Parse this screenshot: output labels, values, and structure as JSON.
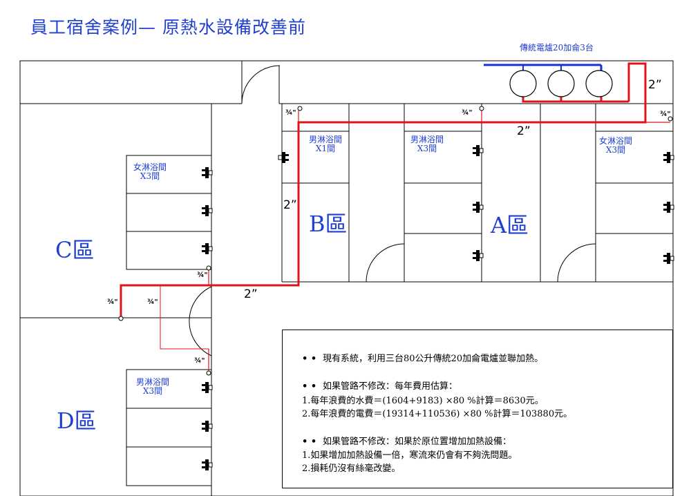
{
  "title": "員工宿舍案例— 原熱水設備改善前",
  "heater_label": "傳統電爐20加侖3台",
  "zones": {
    "a": "A區",
    "b": "B區",
    "c": "C區",
    "d": "D區"
  },
  "rooms": {
    "c_top": {
      "line1": "女淋浴間",
      "line2": "X3間"
    },
    "d": {
      "line1": "男淋浴間",
      "line2": "X3間"
    },
    "b": {
      "line1": "男淋浴間",
      "line2": "X1間"
    },
    "a_left": {
      "line1": "男淋浴間",
      "line2": "X3間"
    },
    "a_right": {
      "line1": "女淋浴間",
      "line2": "X3間"
    }
  },
  "pipe_sizes": {
    "two_inch": "2”",
    "three_quarter": "¾\""
  },
  "notes": {
    "bullet": "• •",
    "line1": "現有系統，利用三台80公升傳統20加侖電爐並聯加熱。",
    "line2": "如果管路不修改：每年費用估算：",
    "line3": "1.每年浪費的水費＝(1604+9183) ×80 %計算＝8630元。",
    "line4": "2.每年浪費的電費＝(19314+110536) ×80 %計算＝103880元。",
    "line5": "如果管路不修改：如果於原位置增加加熱設備：",
    "line6": "1.如果增加加熱設備一倍，寒流來仍會有不夠洗問題。",
    "line7": "2.損耗仍沒有絲毫改變。"
  },
  "colors": {
    "hot_pipe": "#e0131b",
    "cold_pipe": "#1530d8",
    "text_blue": "#1f3fcf"
  },
  "icons": [
    "heater-icon",
    "shower-faucet-icon"
  ]
}
